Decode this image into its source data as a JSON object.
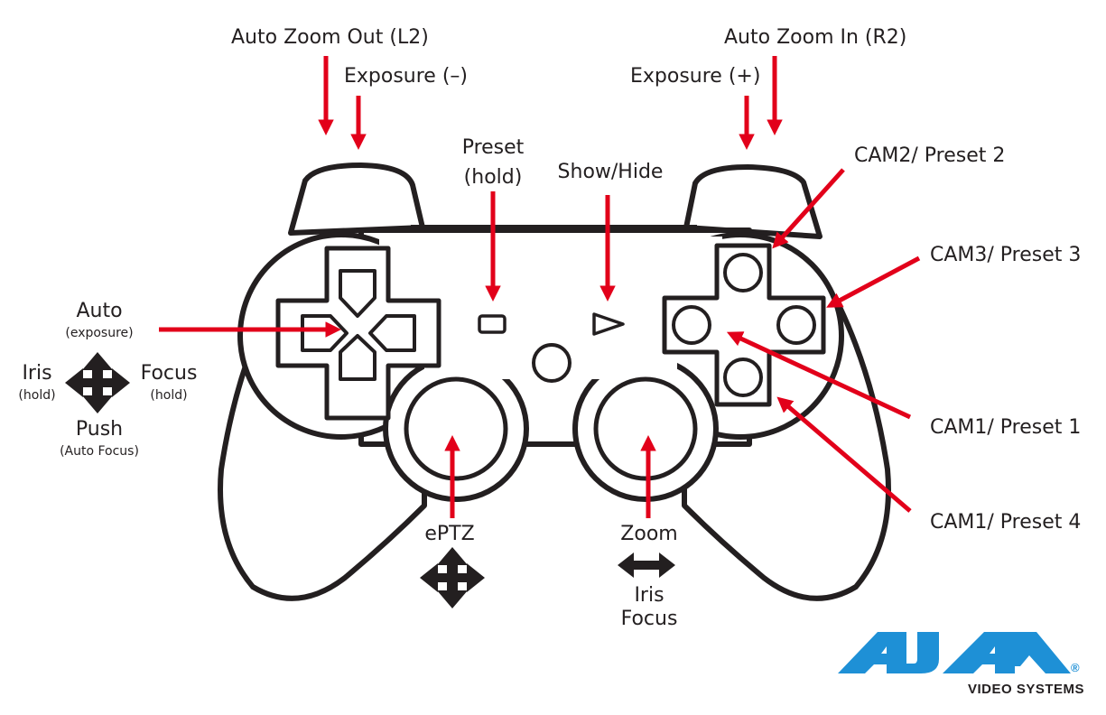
{
  "colors": {
    "arrow": "#e2001a",
    "outline": "#231f20",
    "brand": "#1e90d6"
  },
  "labels": {
    "auto_zoom_out": "Auto Zoom Out (L2)",
    "exposure_minus": "Exposure (–)",
    "auto_zoom_in": "Auto Zoom In (R2)",
    "exposure_plus": "Exposure (+)",
    "preset_line1": "Preset",
    "preset_line2": "(hold)",
    "show_hide": "Show/Hide",
    "cam2": "CAM2/ Preset 2",
    "cam3": "CAM3/ Preset 3",
    "cam1_preset1": "CAM1/ Preset 1",
    "cam1_preset4": "CAM1/ Preset 4",
    "auto": "Auto",
    "auto_sub": "(exposure)",
    "iris": "Iris",
    "iris_sub": "(hold)",
    "focus": "Focus",
    "focus_sub": "(hold)",
    "push": "Push",
    "push_sub": "(Auto Focus)",
    "eptz": "ePTZ",
    "zoom": "Zoom",
    "iris_right": "Iris",
    "focus_right": "Focus"
  },
  "icons": {
    "move": "four-way-arrow-icon",
    "horizontal": "left-right-arrow-icon"
  },
  "logo": {
    "name": "AJA",
    "tagline": "VIDEO SYSTEMS",
    "registered": "®"
  }
}
